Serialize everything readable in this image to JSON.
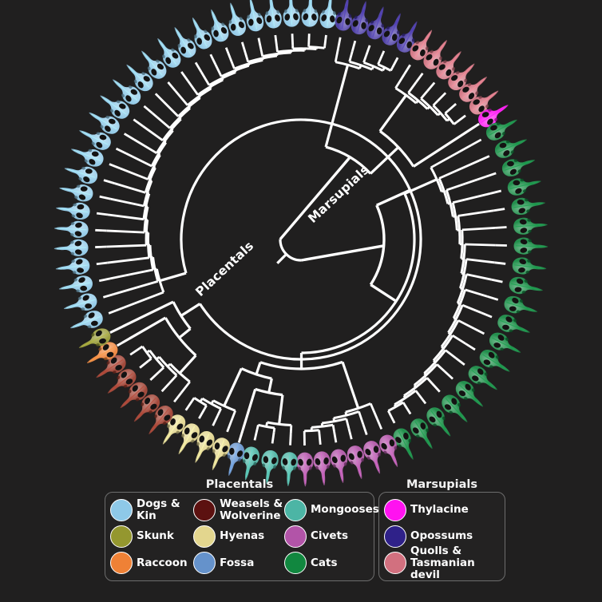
{
  "figure": {
    "background_color": "#201f1f",
    "branch_color": "#ffffff",
    "clade_labels": [
      {
        "name": "placentals",
        "text": "Placentals"
      },
      {
        "name": "marsupials",
        "text": "Marsupials"
      }
    ]
  },
  "legend": {
    "placentals": {
      "title": "Placentals",
      "columns": [
        [
          {
            "label": "Dogs &\nKin",
            "color": "#8ec9e8"
          },
          {
            "label": "Skunk",
            "color": "#94972f"
          },
          {
            "label": "Raccoon",
            "color": "#ef8136"
          }
        ],
        [
          {
            "label": "Weasels &\nWolverine",
            "color": "#5c1110"
          },
          {
            "label": "Hyenas",
            "color": "#e3d68e"
          },
          {
            "label": "Fossa",
            "color": "#6592cb"
          }
        ],
        [
          {
            "label": "Mongooses",
            "color": "#4cb5a5"
          },
          {
            "label": "Civets",
            "color": "#b254a8"
          },
          {
            "label": "Cats",
            "color": "#11873f"
          }
        ]
      ]
    },
    "marsupials": {
      "title": "Marsupials",
      "columns": [
        [
          {
            "label": "Thylacine",
            "color": "#ff12f0"
          },
          {
            "label": "Opossums",
            "color": "#2f2189"
          },
          {
            "label": "Quolls &\nTasmanian devil",
            "color": "#d2707f"
          }
        ]
      ]
    }
  },
  "chart_data": {
    "type": "tree",
    "layout": "circular-cladogram",
    "title": "",
    "center": [
      377,
      300
    ],
    "root_angle_deg": 225,
    "tip_radius": 266,
    "notes": "Circular phylogeny of carnivoran placentals and carnivorous marsupials; each tip is a colored 3D skull render.",
    "groups": [
      {
        "name": "Dogs & Kin",
        "clade": "placentals",
        "color": "#8ec9e8",
        "tip_count": 26,
        "start_angle_deg": 201,
        "end_angle_deg": 83
      },
      {
        "name": "Opossums",
        "clade": "marsupials",
        "color": "#4233a0",
        "tip_count": 5,
        "start_angle_deg": 79,
        "end_angle_deg": 62
      },
      {
        "name": "Quolls & Tasmanian devil",
        "clade": "marsupials",
        "color": "#d2707f",
        "tip_count": 6,
        "start_angle_deg": 58,
        "end_angle_deg": 37
      },
      {
        "name": "Thylacine",
        "clade": "marsupials",
        "color": "#ff12f0",
        "tip_count": 1,
        "start_angle_deg": 33,
        "end_angle_deg": 33
      },
      {
        "name": "Cats",
        "clade": "placentals",
        "color": "#11873f",
        "tip_count": 19,
        "start_angle_deg": 29,
        "end_angle_deg": -63
      },
      {
        "name": "Civets",
        "clade": "placentals",
        "color": "#b254a8",
        "tip_count": 6,
        "start_angle_deg": -67,
        "end_angle_deg": -89
      },
      {
        "name": "Mongooses",
        "clade": "placentals",
        "color": "#4cb5a5",
        "tip_count": 3,
        "start_angle_deg": -93,
        "end_angle_deg": -103
      },
      {
        "name": "Fossa",
        "clade": "placentals",
        "color": "#6592cb",
        "tip_count": 1,
        "start_angle_deg": -107,
        "end_angle_deg": -107
      },
      {
        "name": "Hyenas",
        "clade": "placentals",
        "color": "#e3d68e",
        "tip_count": 4,
        "start_angle_deg": -111,
        "end_angle_deg": -124
      },
      {
        "name": "Weasels & Wolverine",
        "clade": "placentals",
        "color": "#9c3a2b",
        "tip_count": 5,
        "start_angle_deg": -128,
        "end_angle_deg": -146
      },
      {
        "name": "Raccoon",
        "clade": "placentals",
        "color": "#ef8136",
        "tip_count": 1,
        "start_angle_deg": -150,
        "end_angle_deg": -150
      },
      {
        "name": "Skunk",
        "clade": "placentals",
        "color": "#94972f",
        "tip_count": 1,
        "start_angle_deg": -154,
        "end_angle_deg": -154
      }
    ]
  }
}
